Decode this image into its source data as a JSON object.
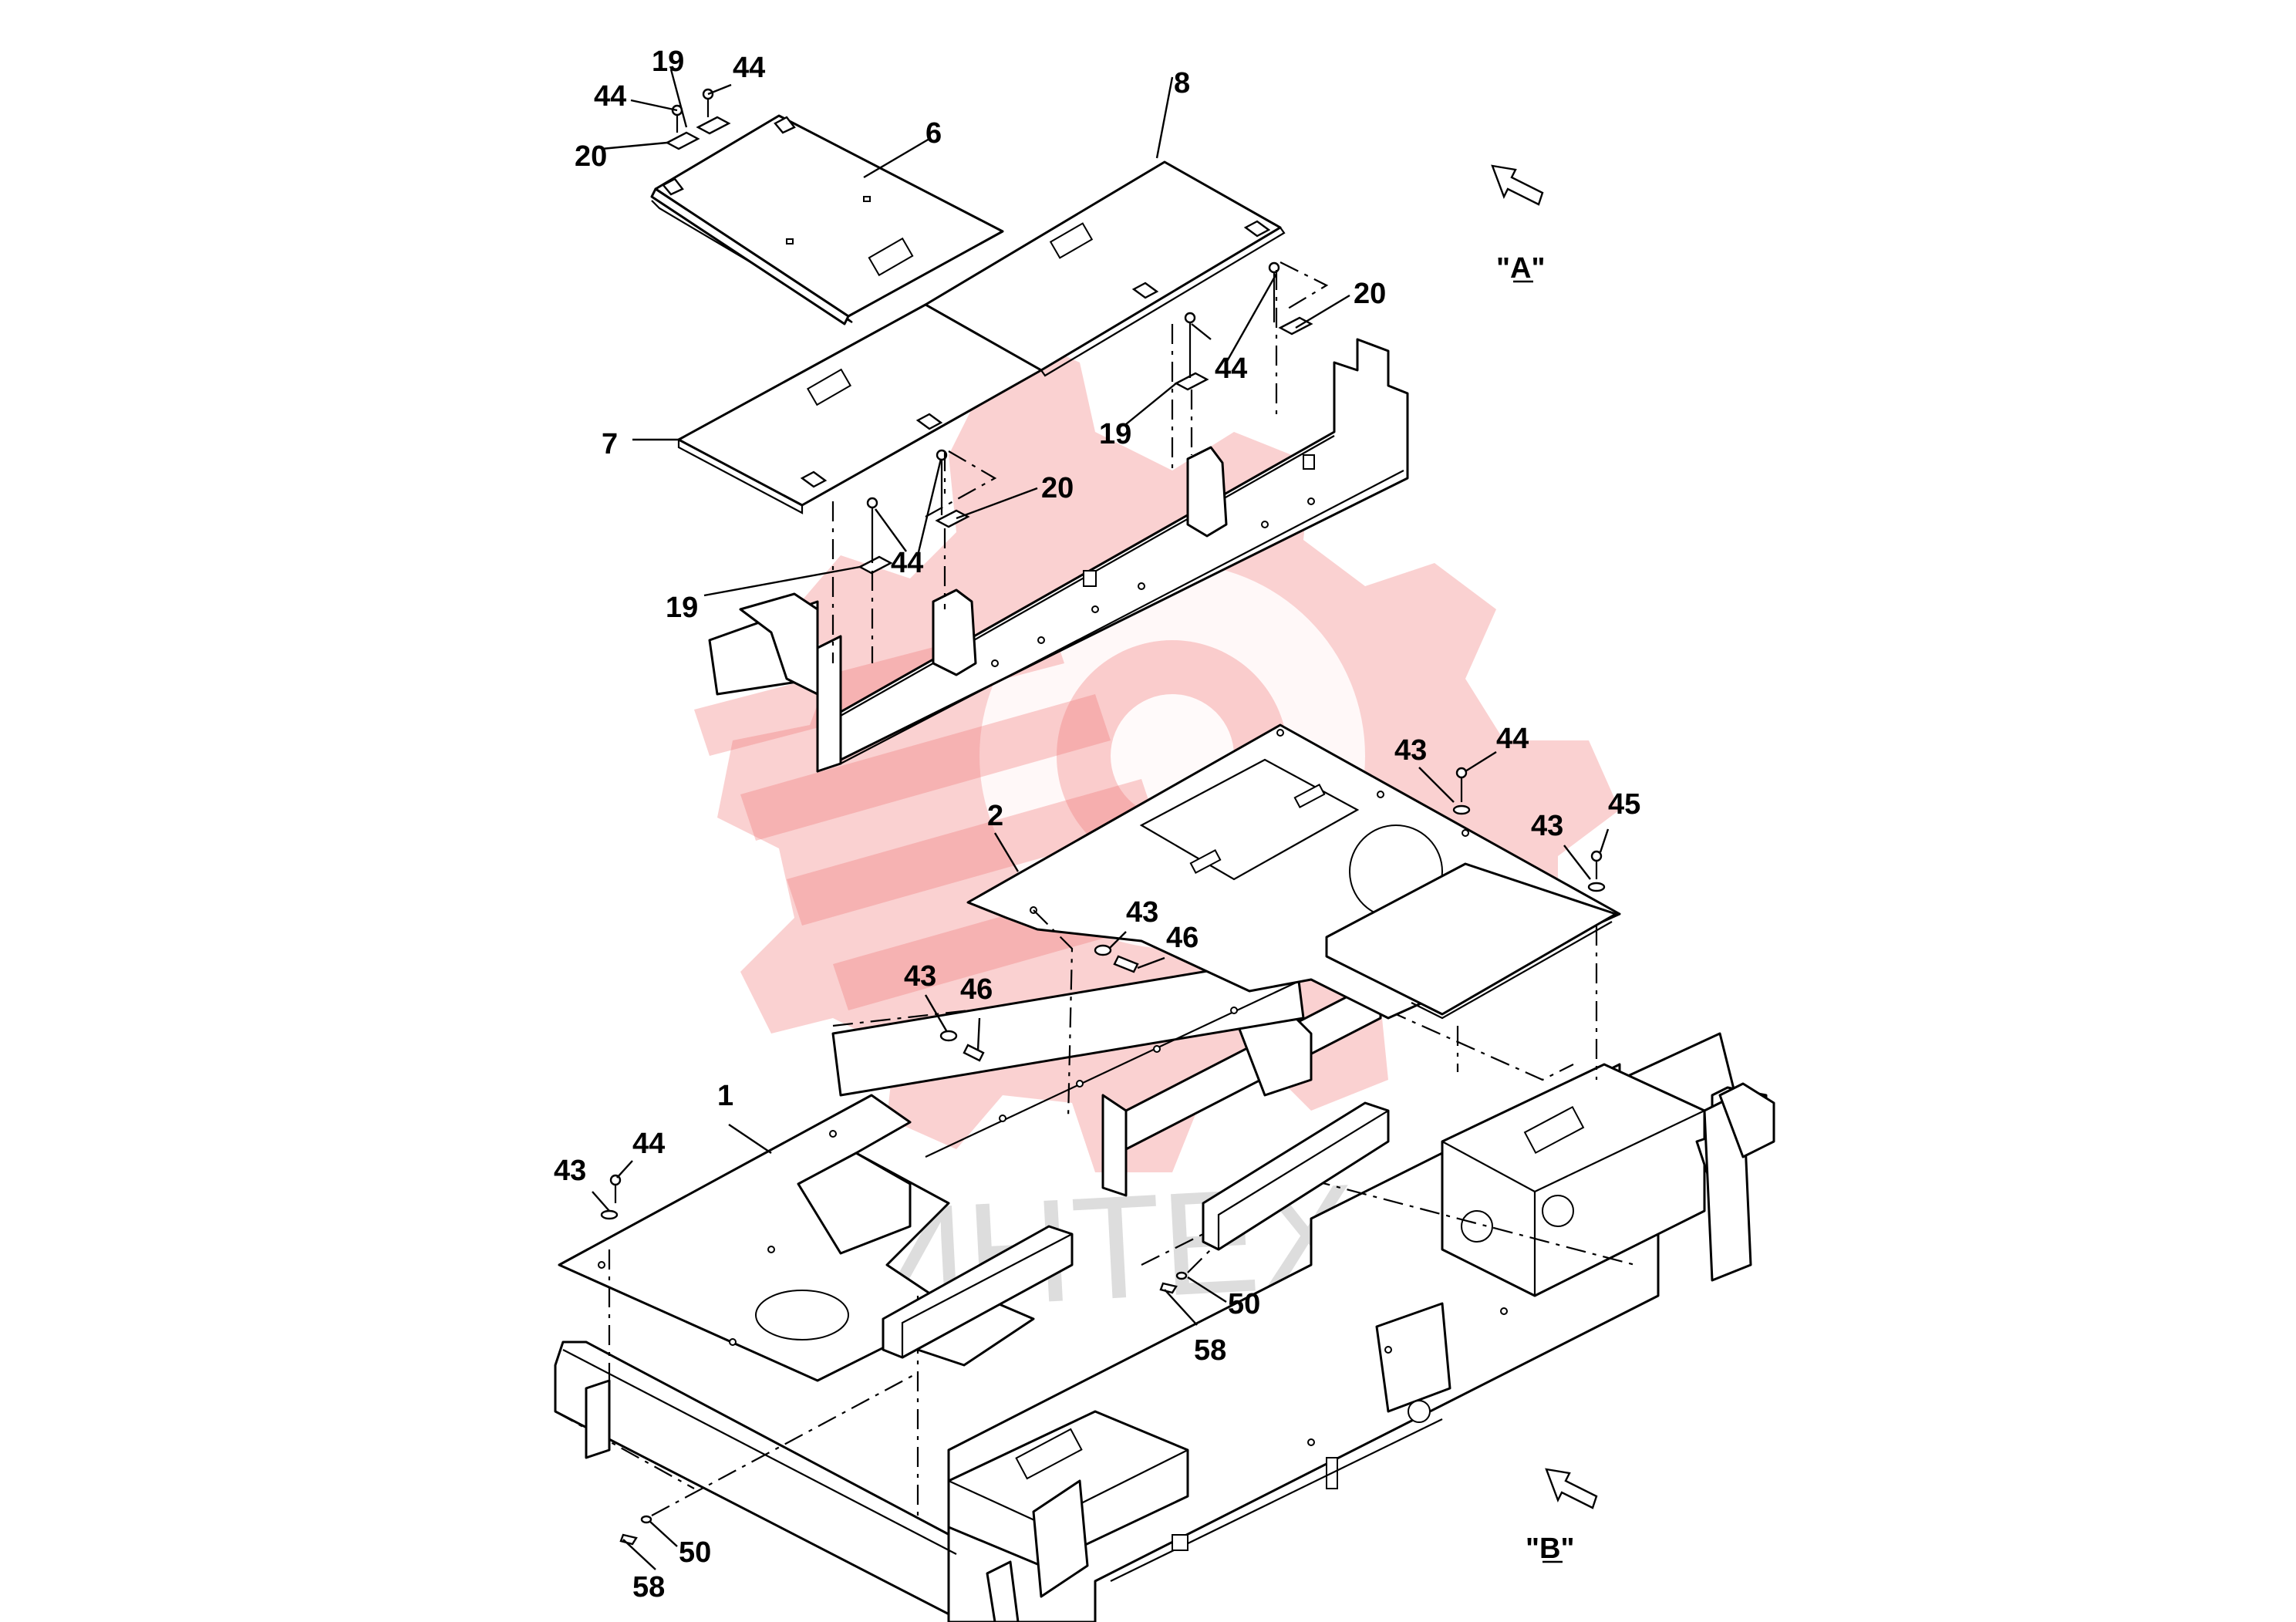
{
  "drawing": {
    "watermark_text": "ИНТЕХ",
    "view_labels": [
      {
        "id": "view-a",
        "letter": "A",
        "text": "\"A\""
      },
      {
        "id": "view-b",
        "letter": "B",
        "text": "\"B\""
      }
    ],
    "part_numbers": [
      "1",
      "2",
      "6",
      "7",
      "8",
      "19",
      "20",
      "43",
      "44",
      "45",
      "46",
      "50",
      "58"
    ],
    "colors": {
      "line": "#000000",
      "watermark": "#f07070",
      "background": "#ffffff"
    }
  }
}
